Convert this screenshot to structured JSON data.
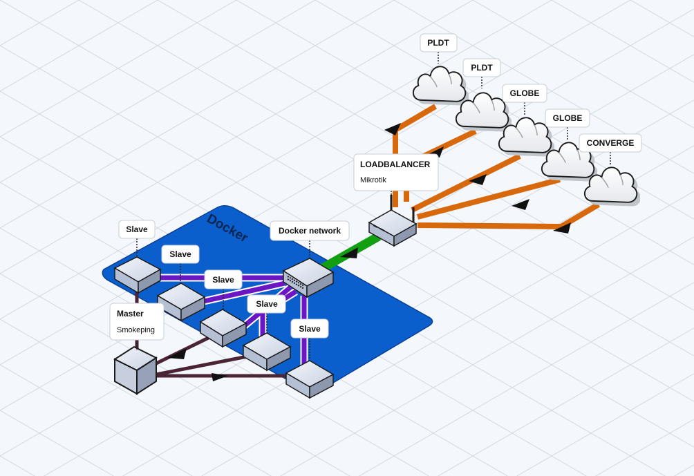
{
  "docker_zone": {
    "title": "Docker"
  },
  "nodes": {
    "loadbalancer": {
      "title": "LOADBALANCER",
      "subtitle": "Mikrotik"
    },
    "master": {
      "title": "Master",
      "subtitle": "Smokeping"
    },
    "docker_network": {
      "title": "Docker network"
    },
    "slaves": [
      "Slave",
      "Slave",
      "Slave",
      "Slave",
      "Slave"
    ],
    "isps": [
      "PLDT",
      "PLDT",
      "GLOBE",
      "GLOBE",
      "CONVERGE"
    ]
  },
  "colors": {
    "background": "#f4f7fb",
    "grid": "#d4dae2",
    "docker_zone": "#0a5fcc",
    "docker_network_link": "#12a012",
    "isp_link": "#d8680c",
    "slave_link": "#6a16c4",
    "master_link": "#4a2535"
  }
}
